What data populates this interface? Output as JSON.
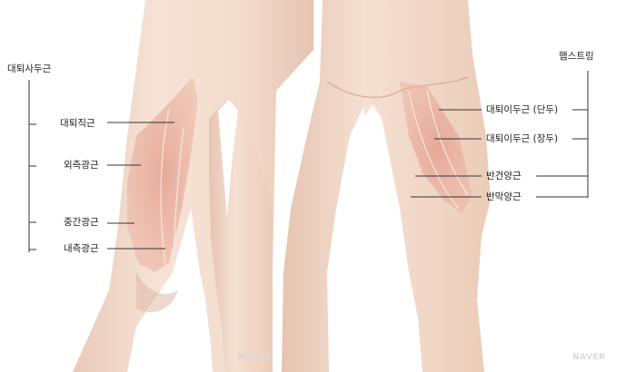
{
  "front_view": {
    "group_label": "대퇴사두근",
    "labels": [
      "대퇴직근",
      "외측광근",
      "중간광근",
      "내측광근"
    ]
  },
  "back_view": {
    "group_label": "햄스트링",
    "labels": [
      "대퇴이두근 (단두)",
      "대퇴이두근 (장두)",
      "반건양근",
      "반막양근"
    ]
  },
  "watermarks": [
    "NAVER",
    "NAVER"
  ],
  "colors": {
    "skin": "#f3dccd",
    "skin_shadow": "#e2bfac",
    "muscle": "#e39a8a",
    "line": "#333333"
  }
}
